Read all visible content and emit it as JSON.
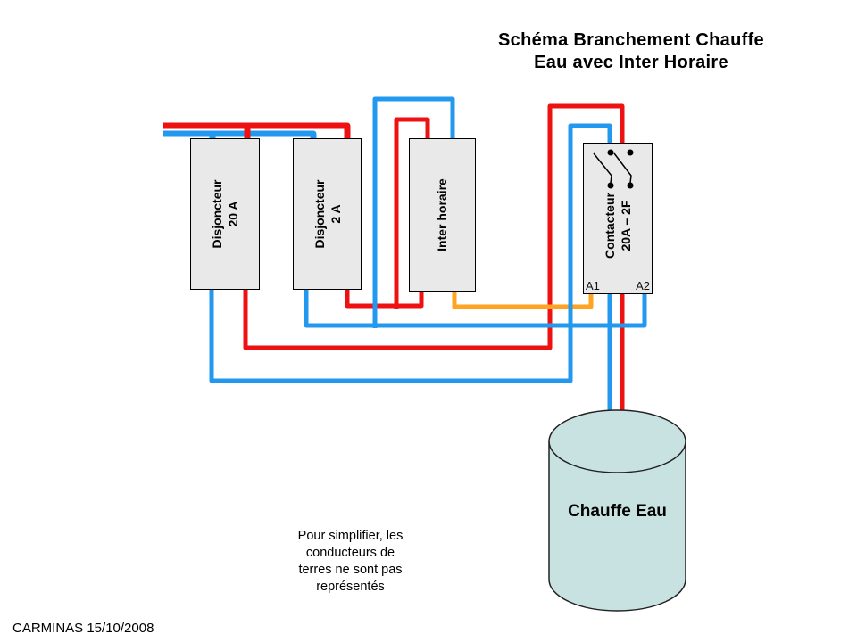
{
  "title": {
    "line1": "Schéma Branchement Chauffe",
    "line2": "Eau avec Inter Horaire"
  },
  "components": {
    "breaker20": {
      "name": "Disjoncteur",
      "rating": "20 A"
    },
    "breaker2": {
      "name": "Disjoncteur",
      "rating": "2 A"
    },
    "timer": {
      "name": "Inter horaire"
    },
    "contactor": {
      "name": "Contacteur",
      "rating": "20A – 2F",
      "terminal_a1": "A1",
      "terminal_a2": "A2"
    },
    "water_heater": {
      "name": "Chauffe Eau"
    }
  },
  "note": {
    "lines": [
      "Pour simplifier, les",
      "conducteurs de",
      "terres ne sont pas",
      "représentés"
    ]
  },
  "footer": {
    "credit": "CARMINAS 15/10/2008"
  },
  "colors": {
    "phase_wire": "#EE1111",
    "neutral_wire": "#2299EE",
    "switched_wire": "#FFA321",
    "component_fill": "#E9E9E9",
    "tank_fill": "#C8E2E2"
  }
}
